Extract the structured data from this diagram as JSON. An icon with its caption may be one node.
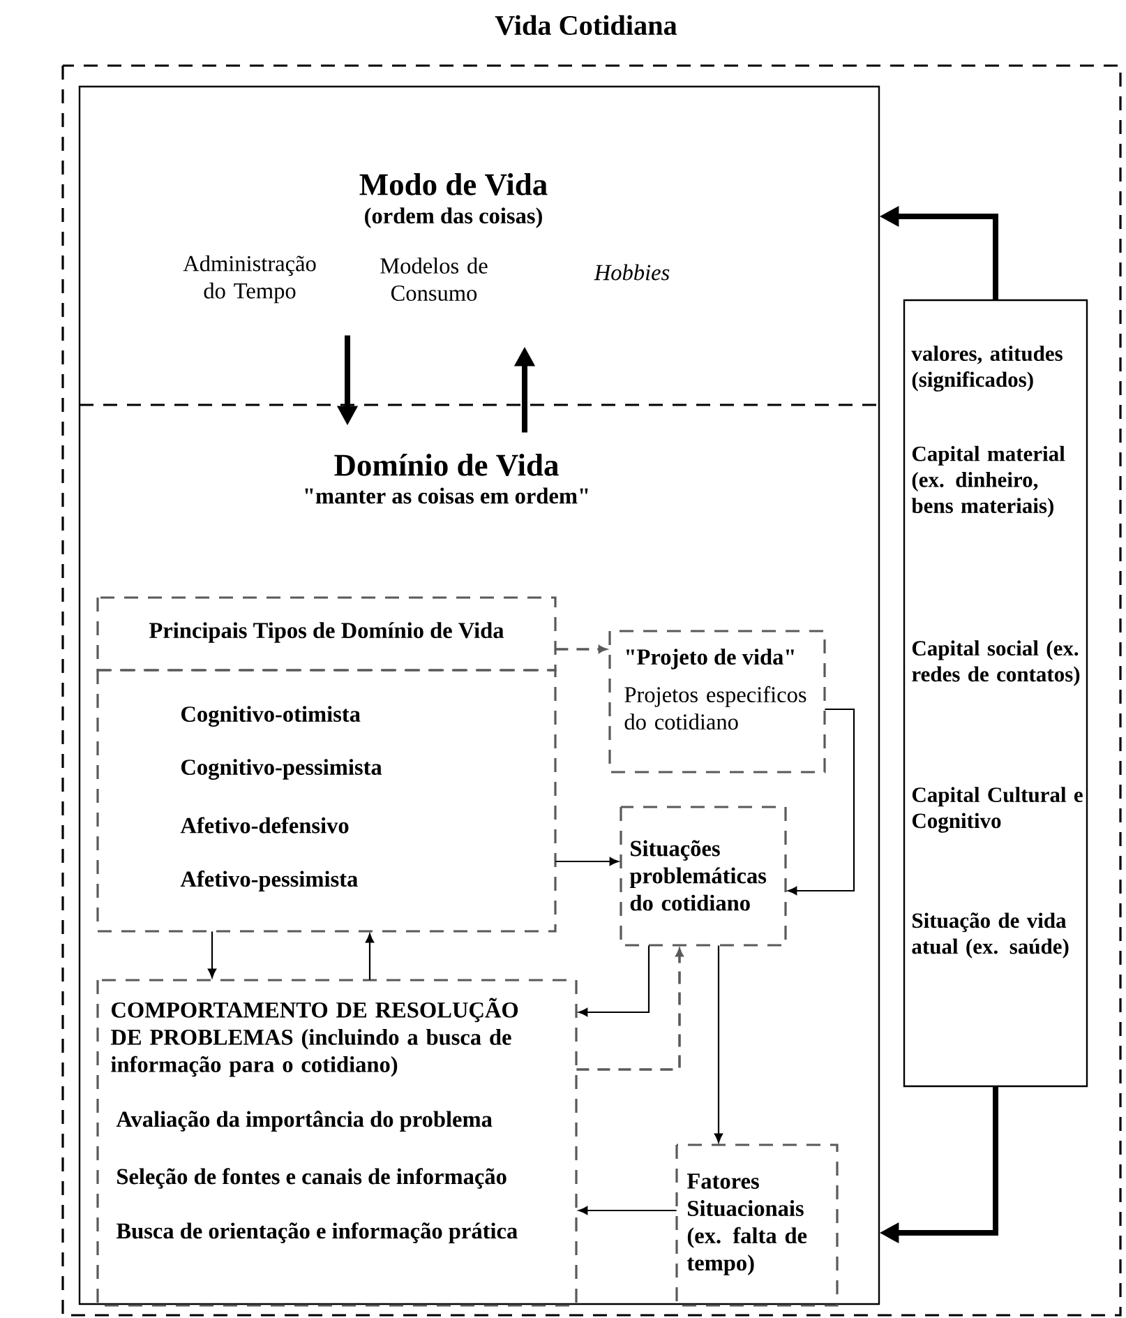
{
  "diagram": {
    "nodes": [
      {
        "text": [
          "Vida Cotidiana"
        ]
      },
      {
        "text": [
          "Modo de Vida",
          "(ordem das coisas)",
          "Administração do Tempo",
          "Modelos de Consumo",
          "Hobbies"
        ],
        "in": 0
      },
      {
        "text": [
          "Domínio de Vida",
          "\"manter as coisas em ordem\""
        ],
        "in": 0
      },
      {
        "text": [
          "valores, atitudes (significados)",
          "Capital material (ex. dinheiro, bens materiais)",
          "Capital social (ex. redes de contatos)",
          "Capital Cultural e Cognitivo",
          "Situação de vida atual (ex. saúde)"
        ],
        "in": 0
      },
      {
        "text": [
          "Principais Tipos de Domínio de Vida"
        ],
        "in": 2
      },
      {
        "text": [
          "Cognitivo-otimista",
          "Cognitivo-pessimista",
          "Afetivo-defensivo",
          "Afetivo-pessimista"
        ],
        "in": 2
      },
      {
        "text": [
          "\"Projeto de vida\"",
          "Projetos especificos do cotidiano"
        ],
        "in": 2
      },
      {
        "text": [
          "Situações problemáticas do cotidiano"
        ],
        "in": 2
      },
      {
        "text": [
          "COMPORTAMENTO DE RESOLUÇÃO DE PROBLEMAS (incluindo a busca de informação para o cotidiano)",
          "Avaliação da importância do problema",
          "Seleção de fontes e canais de informação",
          "Busca de orientação e informação prática"
        ],
        "in": 2
      },
      {
        "text": [
          "Fatores Situacionais (ex. falta de tempo)"
        ],
        "in": 2
      }
    ],
    "edges": [
      {
        "from": 1,
        "to": 2,
        "arrow": "to",
        "style": "thick"
      },
      {
        "from": 2,
        "to": 1,
        "arrow": "to",
        "style": "thick"
      },
      {
        "from": 3,
        "to": 1,
        "arrow": "to",
        "style": "thick"
      },
      {
        "from": 3,
        "to": 2,
        "arrow": "to",
        "style": "thick"
      },
      {
        "from": 4,
        "to": 6,
        "arrow": "to",
        "style": "dashed"
      },
      {
        "from": 5,
        "to": 7,
        "arrow": "to"
      },
      {
        "from": 6,
        "to": 7,
        "arrow": "to"
      },
      {
        "from": 5,
        "to": 8,
        "arrow": "to"
      },
      {
        "from": 8,
        "to": 5,
        "arrow": "to"
      },
      {
        "from": 7,
        "to": 8,
        "arrow": "to"
      },
      {
        "from": 8,
        "to": 7,
        "arrow": "to",
        "style": "dashed"
      },
      {
        "from": 7,
        "to": 9,
        "arrow": "to"
      },
      {
        "from": 9,
        "to": 8,
        "arrow": "to"
      }
    ]
  }
}
